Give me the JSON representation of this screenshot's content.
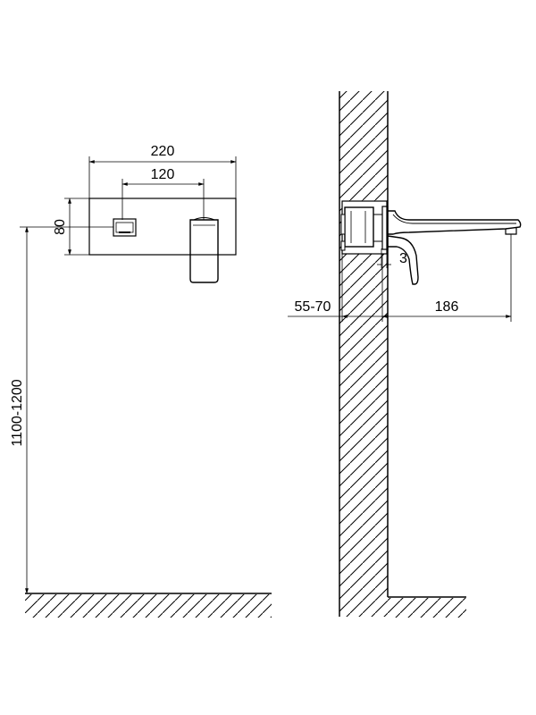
{
  "front_view": {
    "plate_width": "220",
    "handle_to_spout_spacing": "120",
    "plate_height": "80",
    "mounting_height": "1100-1200"
  },
  "side_view": {
    "wall_depth": "55-70",
    "spout_projection": "186",
    "spout_offset": "3"
  },
  "colors": {
    "line": "#000000",
    "background": "#ffffff"
  }
}
